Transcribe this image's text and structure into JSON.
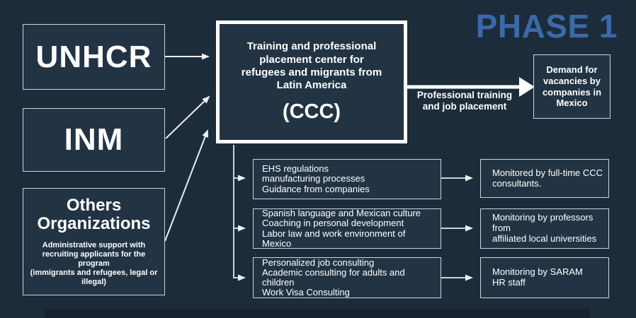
{
  "meta": {
    "phase_label": "PHASE 1"
  },
  "colors": {
    "background": "#1d2c3a",
    "box_fill": "#223444",
    "accent_blue": "#3c69a8",
    "border_light": "#ccd3d8",
    "text_white": "#ffffff"
  },
  "sources": {
    "unhcr": {
      "label": "UNHCR"
    },
    "inm": {
      "label": "INM"
    },
    "others": {
      "title": "Others\nOrganizations",
      "subtitle": "Administrative support with\nrecruiting applicants for the program\n(immigrants and refugees, legal or\nillegal)"
    }
  },
  "center": {
    "title": "Training and professional\nplacement center for\nrefugees and migrants from\nLatin America",
    "acronym": "(CCC)"
  },
  "main_flow": {
    "arrow_label": "Professional training\nand job placement",
    "demand_box": "Demand for\nvacancies by\ncompanies in\nMexico"
  },
  "rows": [
    {
      "content": "EHS regulations\nmanufacturing processes\nGuidance from companies",
      "monitor": "Monitored by full-time CCC\nconsultants."
    },
    {
      "content": "Spanish language and Mexican culture\nCoaching in personal development\nLabor law and work environment of Mexico",
      "monitor": "Monitoring by professors from\naffiliated local universities"
    },
    {
      "content": "Personalized job consulting\nAcademic consulting for adults and children\nWork Visa Consulting",
      "monitor": "Monitoring by SARAM\nHR staff"
    }
  ]
}
